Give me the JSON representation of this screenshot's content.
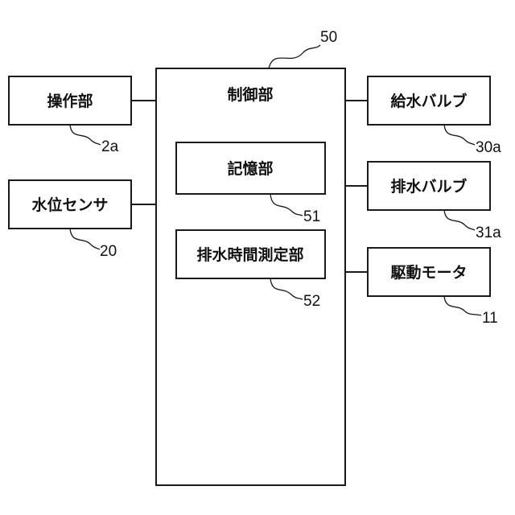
{
  "blocks": {
    "control": {
      "label": "制御部",
      "ref": "50"
    },
    "memory": {
      "label": "記憶部",
      "ref": "51"
    },
    "drain_timer": {
      "label": "排水時間測定部",
      "ref": "52"
    },
    "operation": {
      "label": "操作部",
      "ref": "2a"
    },
    "water_sensor": {
      "label": "水位センサ",
      "ref": "20"
    },
    "supply_valve": {
      "label": "給水バルブ",
      "ref": "30a"
    },
    "drain_valve": {
      "label": "排水バルブ",
      "ref": "31a"
    },
    "motor": {
      "label": "駆動モータ",
      "ref": "11"
    }
  }
}
